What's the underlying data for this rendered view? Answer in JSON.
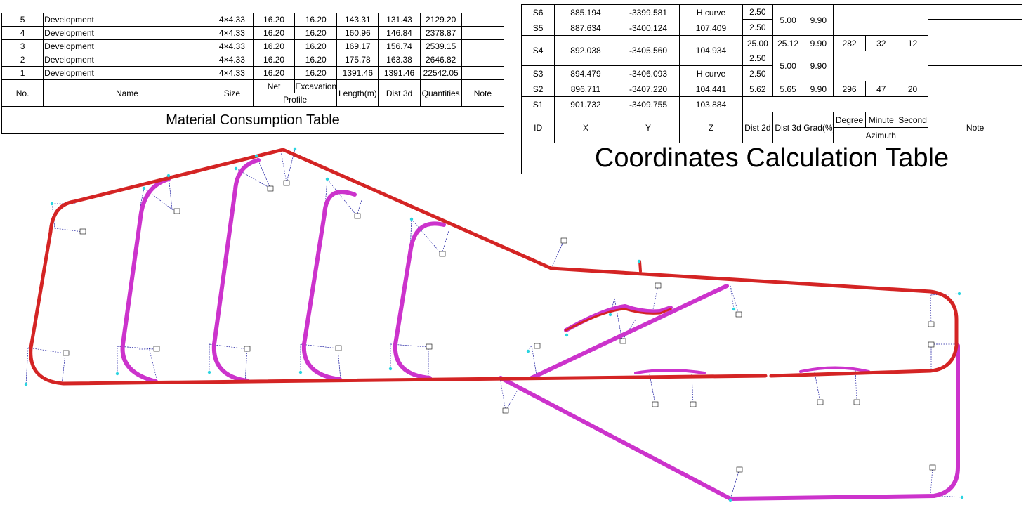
{
  "material_table": {
    "title": "Material Consumption Table",
    "headers": {
      "no": "No.",
      "name": "Name",
      "size": "Size",
      "net": "Net",
      "excavation": "Excavation",
      "profile": "Profile",
      "length": "Length(m)",
      "dist3d": "Dist 3d",
      "quantities": "Quantities",
      "note": "Note"
    },
    "rows": [
      {
        "no": "5",
        "name": "Development",
        "size": "4×4.33",
        "net": "16.20",
        "exc": "16.20",
        "length": "143.31",
        "dist3d": "131.43",
        "qty": "2129.20",
        "note": ""
      },
      {
        "no": "4",
        "name": "Development",
        "size": "4×4.33",
        "net": "16.20",
        "exc": "16.20",
        "length": "160.96",
        "dist3d": "146.84",
        "qty": "2378.87",
        "note": ""
      },
      {
        "no": "3",
        "name": "Development",
        "size": "4×4.33",
        "net": "16.20",
        "exc": "16.20",
        "length": "169.17",
        "dist3d": "156.74",
        "qty": "2539.15",
        "note": ""
      },
      {
        "no": "2",
        "name": "Development",
        "size": "4×4.33",
        "net": "16.20",
        "exc": "16.20",
        "length": "175.78",
        "dist3d": "163.38",
        "qty": "2646.82",
        "note": ""
      },
      {
        "no": "1",
        "name": "Development",
        "size": "4×4.33",
        "net": "16.20",
        "exc": "16.20",
        "length": "1391.46",
        "dist3d": "1391.46",
        "qty": "22542.05",
        "note": ""
      }
    ]
  },
  "coord_table": {
    "title": "Coordinates Calculation Table",
    "headers": {
      "id": "ID",
      "x": "X",
      "y": "Y",
      "z": "Z",
      "dist2d": "Dist 2d",
      "dist3d": "Dist 3d",
      "grad": "Grad(%)",
      "degree": "Degree",
      "minute": "Minute",
      "second": "Second",
      "azimuth": "Azimuth",
      "note": "Note"
    },
    "points": [
      {
        "id": "S6",
        "x": "885.194",
        "y": "-3399.581",
        "z": "H curve"
      },
      {
        "id": "S5",
        "x": "887.634",
        "y": "-3400.124",
        "z": "107.409"
      },
      {
        "id": "S4",
        "x": "892.038",
        "y": "-3405.560",
        "z": "104.934"
      },
      {
        "id": "S3",
        "x": "894.479",
        "y": "-3406.093",
        "z": "H curve"
      },
      {
        "id": "S2",
        "x": "896.711",
        "y": "-3407.220",
        "z": "104.441"
      },
      {
        "id": "S1",
        "x": "901.732",
        "y": "-3409.755",
        "z": "103.884"
      }
    ],
    "segments": {
      "a_d1": "2.50",
      "a_d2": "2.50",
      "a_d3d": "5.00",
      "a_grad": "9.90",
      "b_d2d": "25.00",
      "b_d3d": "25.12",
      "b_grad": "9.90",
      "b_deg": "282",
      "b_min": "32",
      "b_sec": "12",
      "c_d1": "2.50",
      "c_d2": "2.50",
      "c_d3d": "5.00",
      "c_grad": "9.90",
      "d_d2d": "5.62",
      "d_d3d": "5.65",
      "d_grad": "9.90",
      "d_deg": "296",
      "d_min": "47",
      "d_sec": "20"
    }
  },
  "colors": {
    "main_drift": "#d42424",
    "development": "#cc33cc",
    "survey_line": "#1a1aa0",
    "survey_point": "#2ad4e0"
  }
}
